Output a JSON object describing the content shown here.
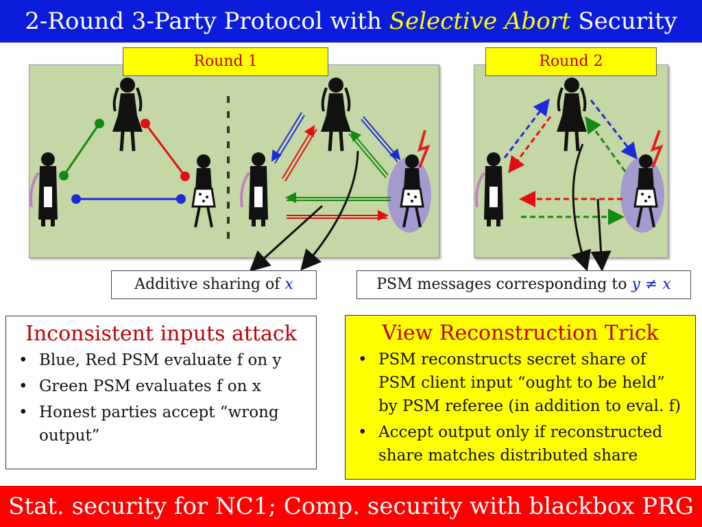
{
  "title": {
    "prefix": "2-Round 3-Party Protocol with ",
    "emphasis": "Selective Abort",
    "suffix": " Security"
  },
  "rounds": {
    "round1": "Round 1",
    "round2": "Round 2"
  },
  "captions": {
    "additive": {
      "text": "Additive sharing of ",
      "var": "x"
    },
    "psm": {
      "text": "PSM messages corresponding to ",
      "var": "y ≠ x"
    }
  },
  "attack_box": {
    "title": "Inconsistent inputs attack",
    "bullets": [
      "Blue, Red PSM evaluate f on y",
      "Green PSM evaluates f on x",
      "Honest parties accept “wrong output”"
    ]
  },
  "trick_box": {
    "title": "View Reconstruction Trick",
    "bullets": [
      "PSM  reconstructs secret share of PSM client input “ought to be held” by PSM referee (in addition to eval. f)",
      "Accept output only if reconstructed share matches distributed share"
    ]
  },
  "footer": "Stat. security for NC1; Comp. security with blackbox PRG",
  "colors": {
    "title_bg": "#0b1cdb",
    "footer_bg": "#ff0000",
    "accent": "#c00000",
    "highlight": "#ffff00",
    "panel": "#c5d7a4",
    "blue": "#1a2bd8",
    "red": "#e01010",
    "green": "#108a10"
  }
}
